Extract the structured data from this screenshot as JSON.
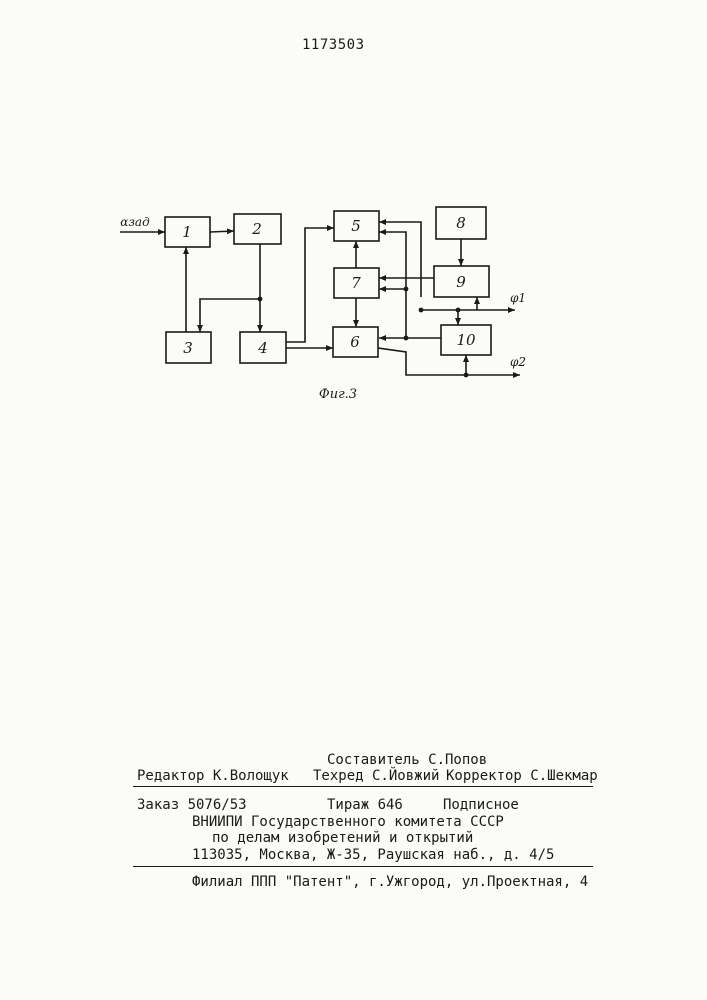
{
  "patent_number": "1173503",
  "figure": {
    "caption": "Фиг.3",
    "input_label": "αзад",
    "blocks": [
      "1",
      "2",
      "3",
      "4",
      "5",
      "6",
      "7",
      "8",
      "9",
      "10"
    ],
    "outputs": [
      "φ1",
      "φ2"
    ]
  },
  "colophon": {
    "compiler": "Составитель С.Попов",
    "editor": "Редактор К.Волощук",
    "techred": "Техред С.Йовжий",
    "corrector": "Корректор С.Шекмар",
    "order": "Заказ 5076/53",
    "circulation": "Тираж 646",
    "subscription": "Подписное",
    "org_line1": "ВНИИПИ Государственного комитета СССР",
    "org_line2": "по делам изобретений и открытий",
    "org_address": "113035, Москва, Ж-35, Раушская наб., д. 4/5",
    "branch": "Филиал ППП \"Патент\", г.Ужгород, ул.Проектная, 4"
  }
}
